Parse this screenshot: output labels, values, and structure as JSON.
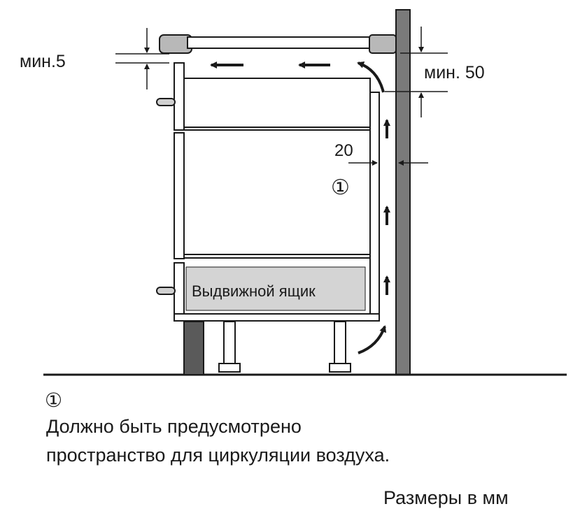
{
  "labels": {
    "min5": "мин.5",
    "min50": "мин. 50",
    "gap20": "20",
    "callout_marker": "①",
    "drawer": "Выдвижной ящик"
  },
  "legend": {
    "marker": "①",
    "line1": "Должно быть предусмотрено",
    "line2": "пространство для циркуляции воздуха."
  },
  "units_note": "Размеры в мм",
  "colors": {
    "ink": "#1a1a1a",
    "wall": "#7a7a7a",
    "hob_grey": "#b8b8b8",
    "drawer_fill": "#d4d4d4",
    "plinth": "#5a5a5a",
    "background": "#ffffff"
  }
}
